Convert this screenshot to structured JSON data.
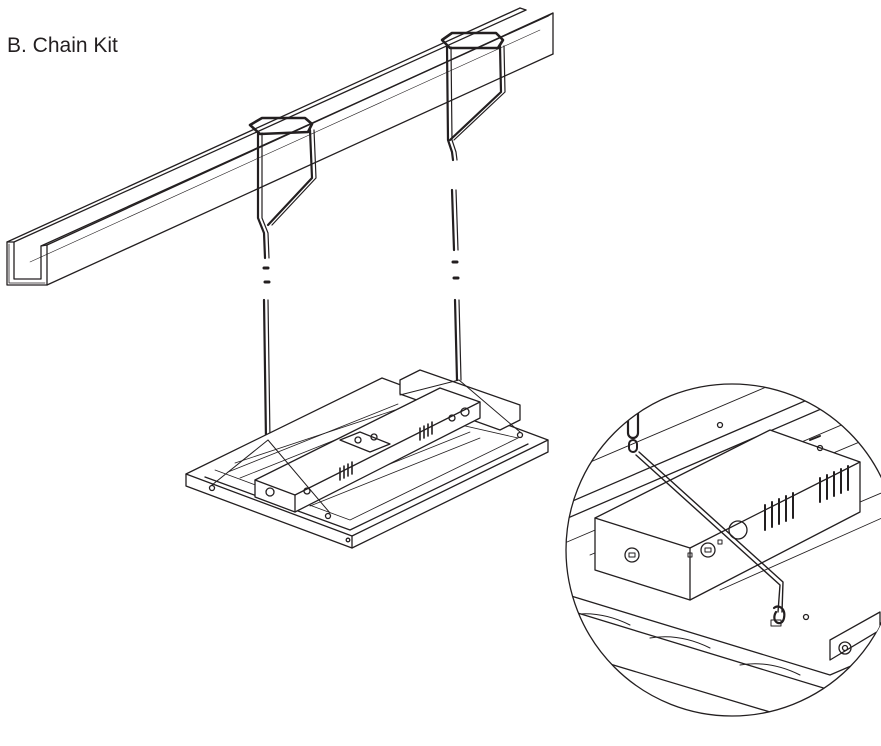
{
  "title": "B. Chain Kit",
  "colors": {
    "line": "#231f20",
    "background": "#ffffff"
  },
  "parts": {
    "beam": "unistrut-channel",
    "chains": "hanging-chain",
    "fixture": "high-bay-fixture",
    "detail": "hook-detail-callout"
  }
}
